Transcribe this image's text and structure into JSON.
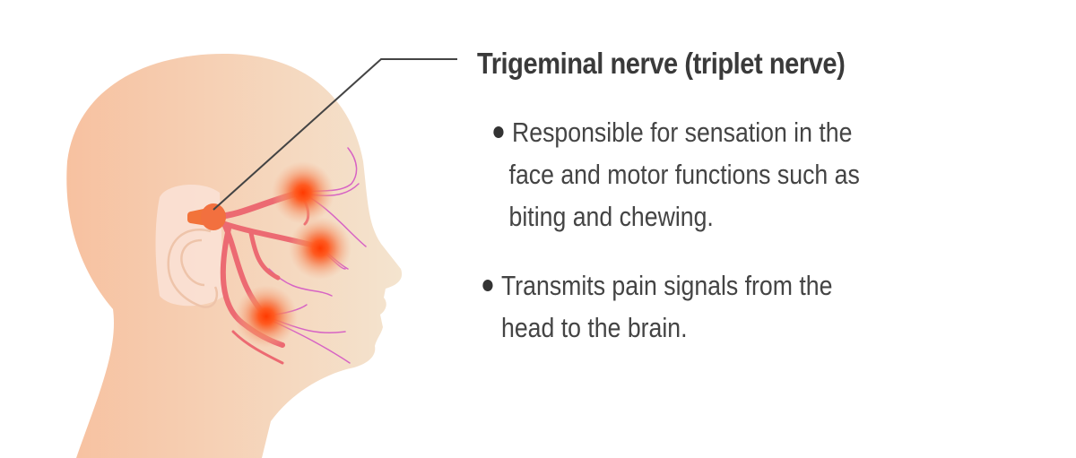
{
  "title": "Trigeminal nerve (triplet nerve)",
  "bullets": [
    {
      "lines": [
        "Responsible for sensation in the",
        "face and motor functions such as",
        "biting and chewing."
      ]
    },
    {
      "lines": [
        "Transmits pain signals from the",
        "head to the brain."
      ]
    }
  ],
  "colors": {
    "skin_left": "#f7c1a0",
    "skin_right": "#f4e2cb",
    "nerve": "#ee6a5a",
    "branch": "#d764c4",
    "pain": "#ff4a10",
    "text": "#3a3a3a"
  }
}
